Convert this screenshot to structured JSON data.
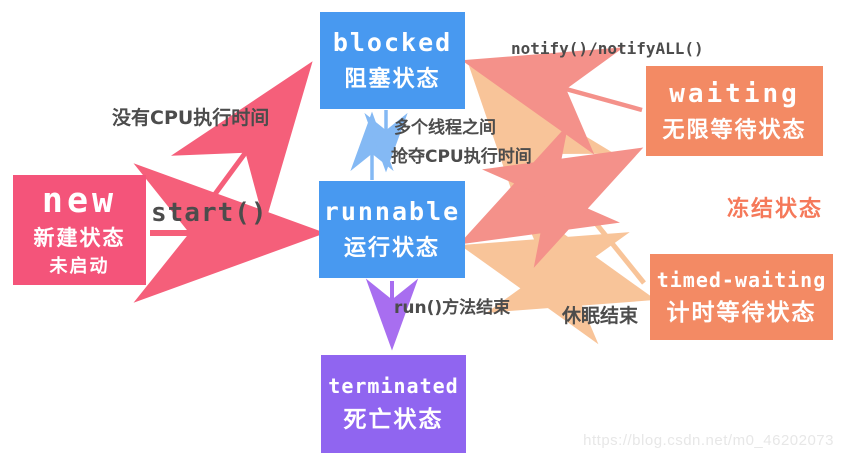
{
  "diagram": {
    "nodes": {
      "new": {
        "en": "new",
        "zh1": "新建状态",
        "zh2": "未启动",
        "color": "#f4547a"
      },
      "blocked": {
        "en": "blocked",
        "zh1": "阻塞状态",
        "color": "#4899f0"
      },
      "runnable": {
        "en": "runnable",
        "zh1": "运行状态",
        "color": "#4899f0"
      },
      "waiting": {
        "en": "waiting",
        "zh1": "无限等待状态",
        "color": "#f38a64"
      },
      "timed_waiting": {
        "en": "timed-waiting",
        "zh1": "计时等待状态",
        "color": "#f38a64"
      },
      "terminated": {
        "en": "terminated",
        "zh1": "死亡状态",
        "color": "#9065f0"
      }
    },
    "labels": {
      "start": "start()",
      "no_cpu_time": "没有CPU执行时间",
      "notify": "notify()/notifyALL()",
      "multi_threads": "多个线程之间",
      "grab_cpu": "抢夺CPU执行时间",
      "run_end": "run()方法结束",
      "sleep_end": "休眠结束",
      "frozen": "冻结状态"
    },
    "watermark": "https://blog.csdn.net/m0_46202073",
    "colors": {
      "arrow_pink": "#f55f7a",
      "arrow_salmon": "#f4918a",
      "arrow_orange": "#f8c499",
      "arrow_blue": "#84b9f4",
      "arrow_purple": "#a86ef0",
      "label_text": "#4c4c4c",
      "frozen_text": "#f5795a"
    }
  }
}
